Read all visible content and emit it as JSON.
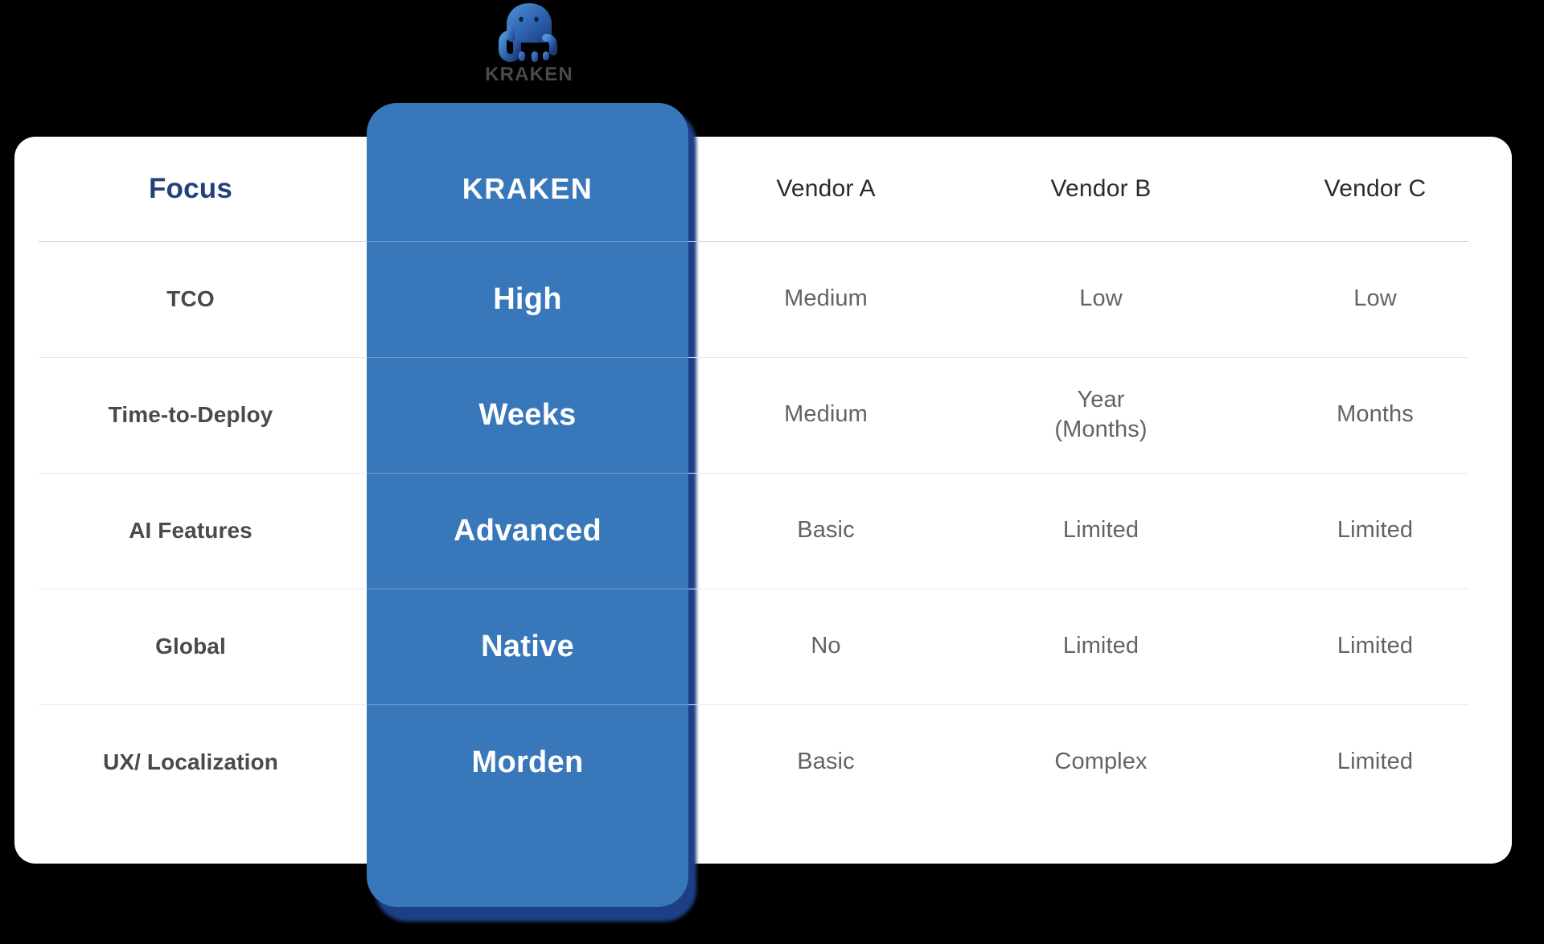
{
  "brand": {
    "wordmark": "KRAKEN",
    "logo_icon": "octopus-kraken-icon",
    "logo_color_start": "#4e8fd0",
    "logo_color_end": "#1b3a7a"
  },
  "colors": {
    "highlight_column": "#3878ba",
    "highlight_shadow": "#1d3f86",
    "card_background": "#ffffff",
    "page_background": "#000000",
    "focus_heading": "#24417e",
    "row_label": "#4a4a4a",
    "cell_value": "#636363",
    "divider": "#e6e8ec"
  },
  "table": {
    "columns": [
      {
        "key": "focus",
        "label": "Focus",
        "highlight": false
      },
      {
        "key": "kraken",
        "label": "KRAKEN",
        "highlight": true
      },
      {
        "key": "vendor_a",
        "label": "Vendor A",
        "highlight": false
      },
      {
        "key": "vendor_b",
        "label": "Vendor B",
        "highlight": false
      },
      {
        "key": "vendor_c",
        "label": "Vendor C",
        "highlight": false
      }
    ],
    "rows": [
      {
        "focus": "TCO",
        "kraken": "High",
        "vendor_a": "Medium",
        "vendor_b": "Low",
        "vendor_c": "Low"
      },
      {
        "focus": "Time-to-Deploy",
        "kraken": "Weeks",
        "vendor_a": "Medium",
        "vendor_b_line1": "Year",
        "vendor_b_line2": "(Months)",
        "vendor_c": "Months"
      },
      {
        "focus": "AI Features",
        "kraken": "Advanced",
        "vendor_a": "Basic",
        "vendor_b": "Limited",
        "vendor_c": "Limited"
      },
      {
        "focus": "Global",
        "kraken": "Native",
        "vendor_a": "No",
        "vendor_b": "Limited",
        "vendor_c": "Limited"
      },
      {
        "focus": "UX/ Localization",
        "kraken": "Morden",
        "vendor_a": "Basic",
        "vendor_b": "Complex",
        "vendor_c": "Limited"
      }
    ]
  }
}
